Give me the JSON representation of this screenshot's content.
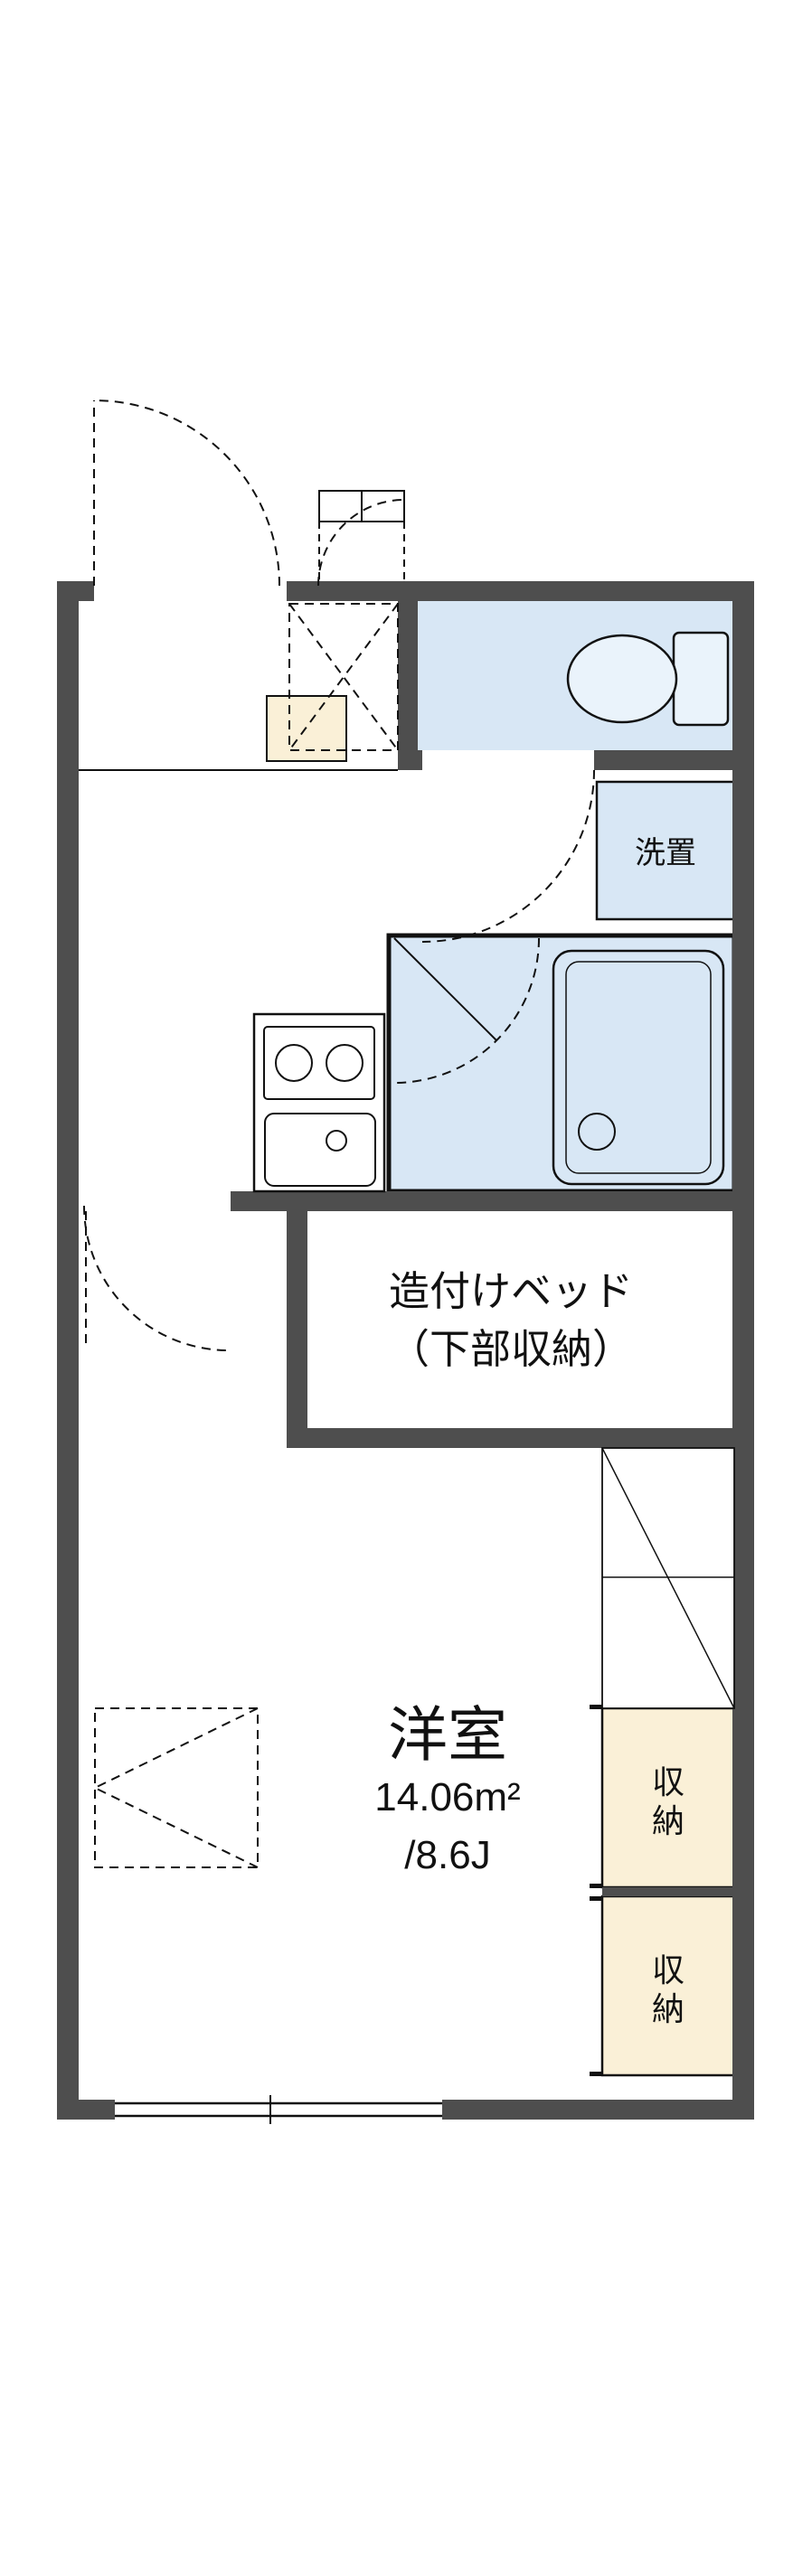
{
  "plan": {
    "type": "apartment-floorplan",
    "colors": {
      "wall": "#4e4e4e",
      "water_area_blue": "#d8e7f5",
      "fixture_blue": "#eaf3fb",
      "storage_cream": "#faf0d7",
      "line": "#111111",
      "background": "#ffffff"
    },
    "labels": {
      "washer": "洗置",
      "bed_line1": "造付けベッド",
      "bed_line2": "（下部収納）",
      "room_name": "洋室",
      "room_area_m2": "14.06m²",
      "room_area_jo": "/8.6J",
      "storage_top": "収納",
      "storage_bottom": "収納"
    }
  }
}
